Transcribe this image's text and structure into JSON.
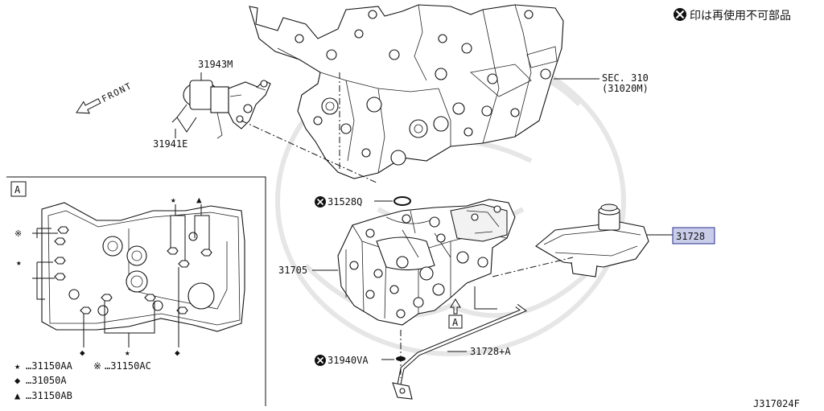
{
  "legend_note": "印は再使用不可部品",
  "front_label": "FRONT",
  "view_box_label": "A",
  "section_ref": {
    "line1": "SEC. 310",
    "line2": "(31020M)"
  },
  "parts": {
    "p31943m": "31943M",
    "p31941e": "31941E",
    "p31528q": "31528Q",
    "p31705": "31705",
    "p31728": "31728",
    "p31728a": "31728+A",
    "p31940va": "31940VA"
  },
  "view_a_ref": "A",
  "detail_legend": [
    {
      "symbol": "★",
      "text": "…31150AA"
    },
    {
      "symbol": "※",
      "text": "…31150AC"
    },
    {
      "symbol": "◆",
      "text": "…31050A"
    },
    {
      "symbol": "▲",
      "text": "…31150AB"
    }
  ],
  "drawing_id": "J317024F",
  "colors": {
    "highlight_fill": "#c9cdea",
    "highlight_stroke": "#2b2f8f",
    "line": "#111111"
  }
}
